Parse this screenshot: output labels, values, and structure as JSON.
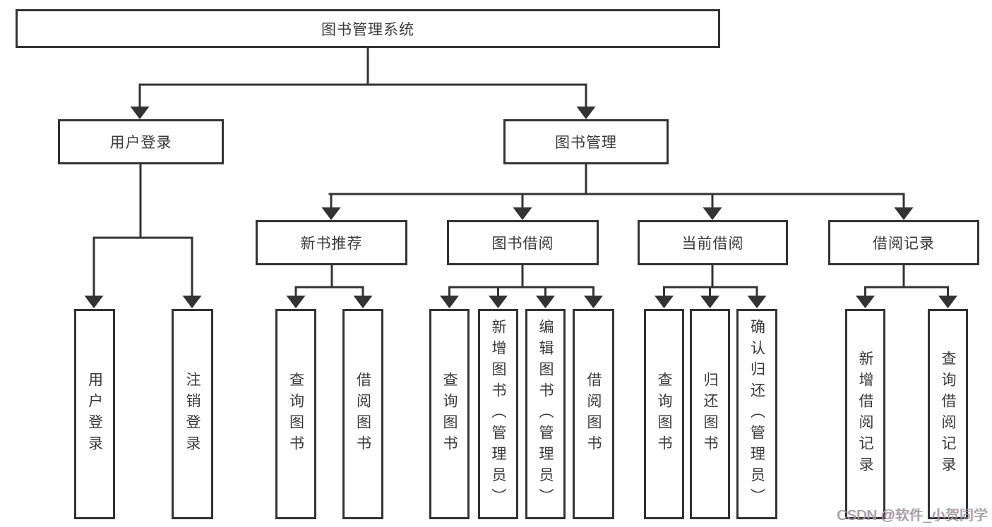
{
  "tree": {
    "root": {
      "label": "图书管理系统",
      "children": [
        {
          "label": "用户登录",
          "children": [
            {
              "label": "用户登录"
            },
            {
              "label": "注销登录"
            }
          ]
        },
        {
          "label": "图书管理",
          "children": [
            {
              "label": "新书推荐",
              "children": [
                {
                  "label": "查询图书"
                },
                {
                  "label": "借阅图书"
                }
              ]
            },
            {
              "label": "图书借阅",
              "children": [
                {
                  "label": "查询图书"
                },
                {
                  "label": "新增图书（管理员）"
                },
                {
                  "label": "编辑图书（管理员）"
                },
                {
                  "label": "借阅图书"
                }
              ]
            },
            {
              "label": "当前借阅",
              "children": [
                {
                  "label": "查询图书"
                },
                {
                  "label": "归还图书"
                },
                {
                  "label": "确认归还（管理员）"
                }
              ]
            },
            {
              "label": "借阅记录",
              "children": [
                {
                  "label": "新增借阅记录"
                },
                {
                  "label": "查询借阅记录"
                }
              ]
            }
          ]
        }
      ]
    }
  },
  "watermark": {
    "text": "CSDN @软件_小贺同学"
  },
  "colors": {
    "line": "#333333",
    "text": "#3a3a3a",
    "background": "#ffffff",
    "watermark": "#9e9e9e"
  }
}
